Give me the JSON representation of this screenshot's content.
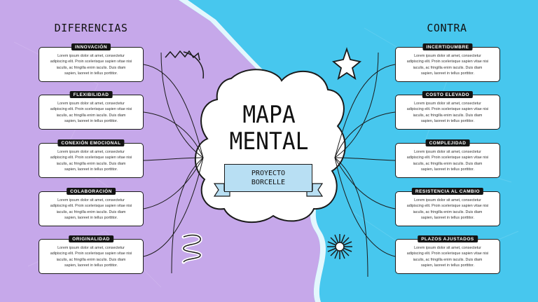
{
  "left_heading": "DIFERENCIAS",
  "right_heading": "CONTRA",
  "center": {
    "title_line1": "MAPA",
    "title_line2": "MENTAL",
    "ribbon_line1": "PROYECTO",
    "ribbon_line2": "BORCELLE"
  },
  "lorem_line1": "Lorem ipsum dolor sit amet, consectetur",
  "lorem_line2": "adipiscing elit. Proin scelerisque sapien vitae nisi",
  "lorem_line3": "iaculis, ac fringilla enim iaculis. Duis diam",
  "lorem_line4": "sapien, laoreet in tellus porttitor.",
  "left_items": [
    {
      "label": "INNOVACIÓN"
    },
    {
      "label": "FLEXIBILIDAD"
    },
    {
      "label": "CONEXIÓN EMOCIONAL"
    },
    {
      "label": "COLABORACIÓN"
    },
    {
      "label": "ORIGINALIDAD"
    }
  ],
  "right_items": [
    {
      "label": "INCERTIDUMBRE"
    },
    {
      "label": "COSTO ELEVADO"
    },
    {
      "label": "COMPLEJIDAD"
    },
    {
      "label": "RESISTENCIA AL CAMBIO"
    },
    {
      "label": "PLAZOS AJUSTADOS"
    }
  ],
  "colors": {
    "left_bg": "#c6a8ea",
    "right_bg": "#47c7ee",
    "ribbon": "#b8dff3"
  }
}
